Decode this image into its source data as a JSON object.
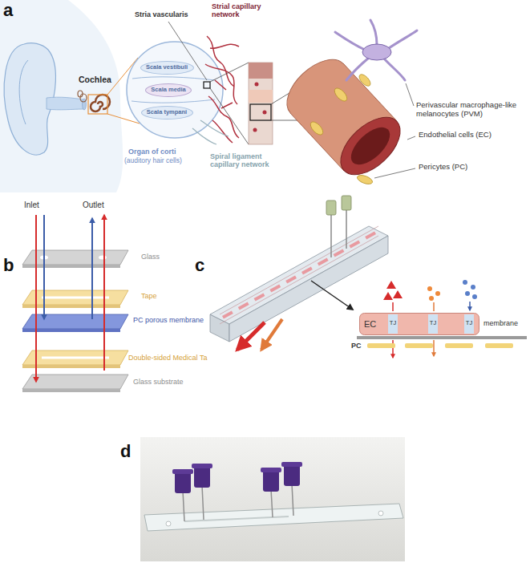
{
  "diagram": {
    "nodes": [
      {
        "text": [
          "Scala vestibuli"
        ]
      },
      {
        "text": [
          "Scala media"
        ]
      },
      {
        "text": [
          "Scala tympani"
        ]
      },
      {
        "text": [
          "EC"
        ]
      }
    ],
    "labels": [
      "a",
      "Cochlea",
      "Stria vascularis",
      "Strial capillary network",
      "Organ of corti",
      "(auditory hair cells)",
      "Spiral ligament capillary network",
      "Perivascular macrophage-like melanocytes (PVM)",
      "Endothelial cells (EC)",
      "Pericytes (PC)",
      "Inlet",
      "Outlet",
      "b",
      "Glass",
      "Tape",
      "PC porous membrane",
      "Double-sided Medical Ta",
      "Glass substrate",
      "c",
      "TJ",
      "TJ",
      "TJ",
      "membrane",
      "PC",
      "d"
    ]
  }
}
